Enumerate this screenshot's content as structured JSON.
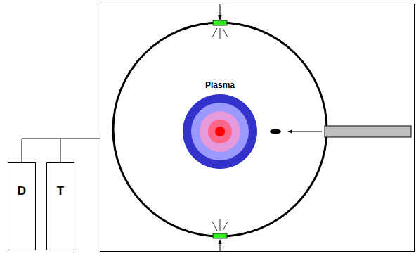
{
  "diagram": {
    "nodes": [
      {
        "text": [
          "Plasma"
        ]
      },
      {
        "text": [
          "D"
        ]
      },
      {
        "text": [
          "T"
        ]
      }
    ]
  }
}
